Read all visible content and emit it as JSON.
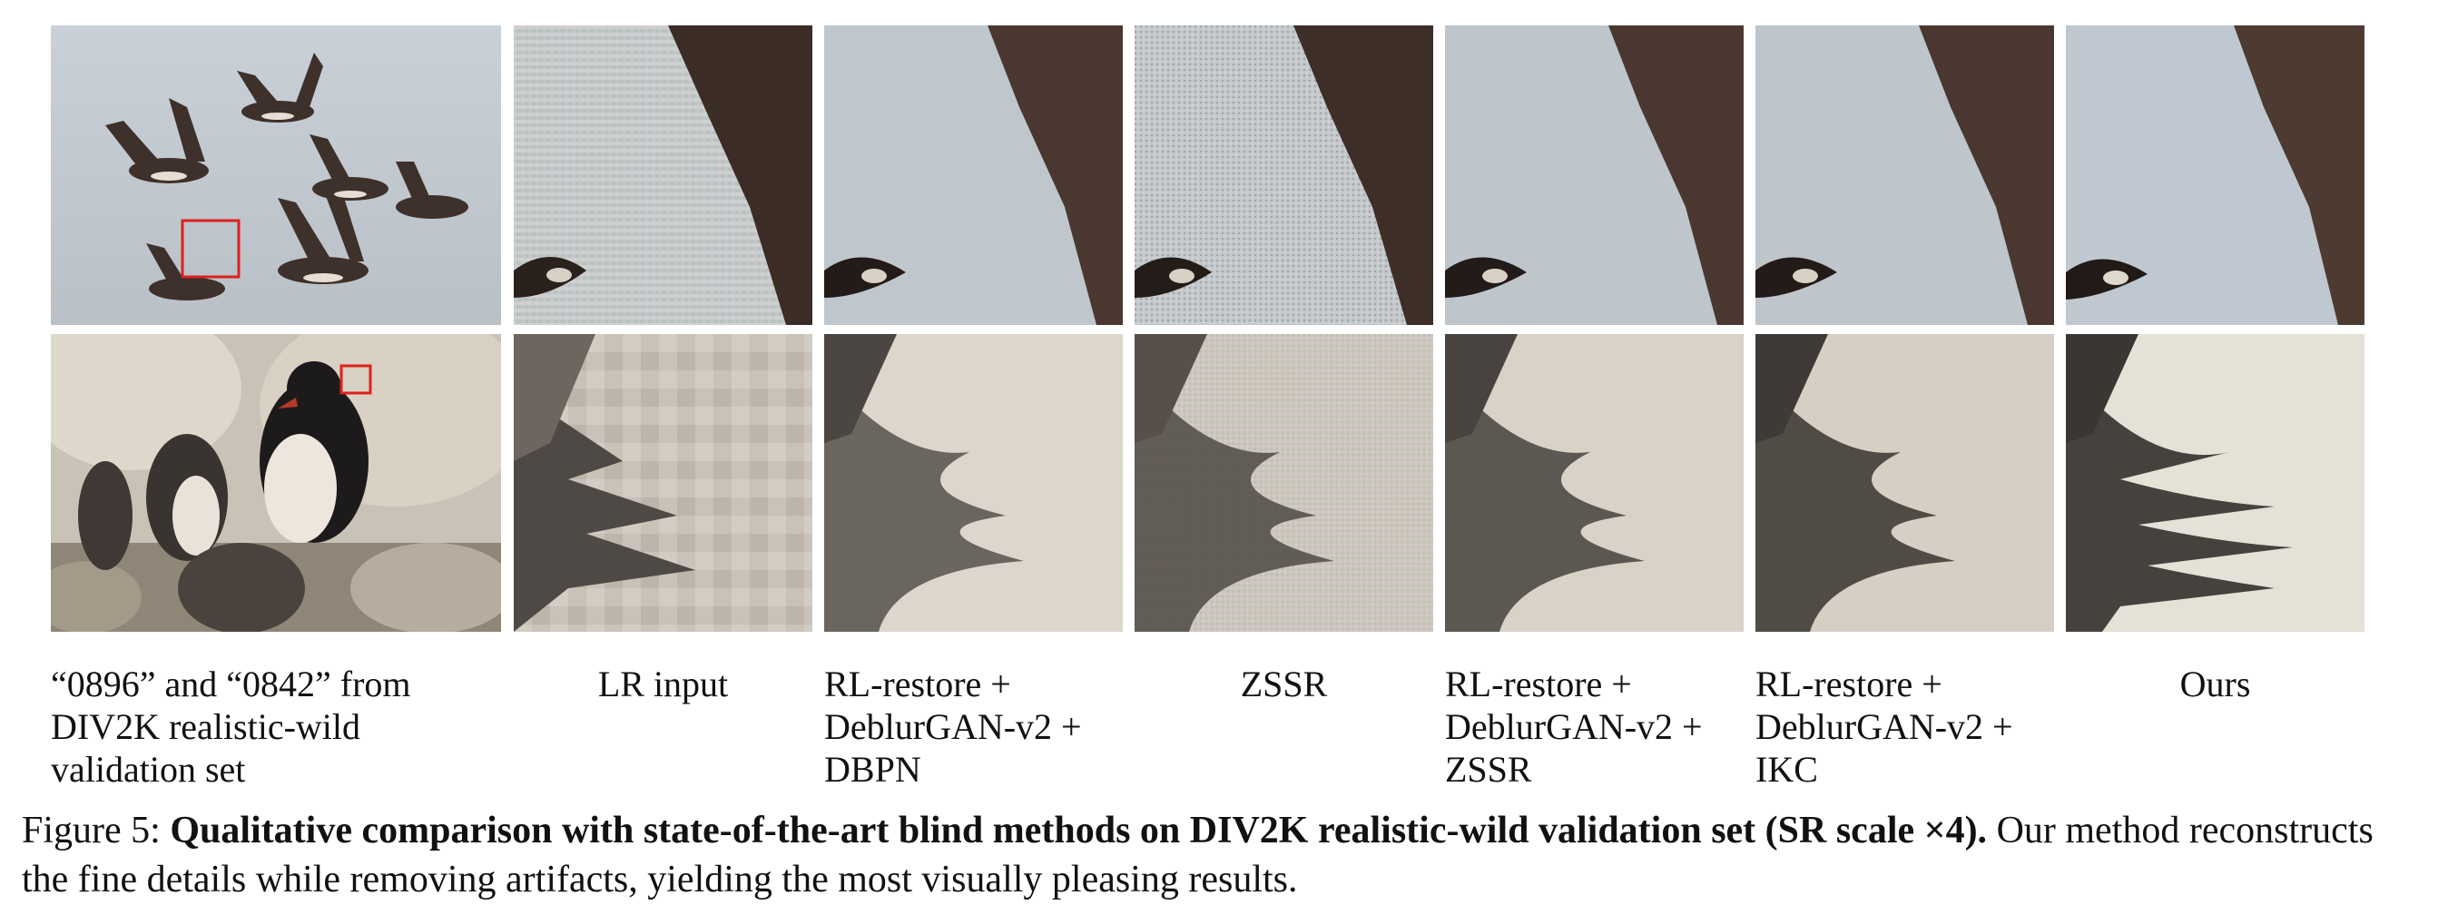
{
  "columns": [
    {
      "label_lines": [
        "“0896” and “0842” from",
        "DIV2K realistic-wild",
        "validation set"
      ]
    },
    {
      "label_lines": [
        "LR input"
      ]
    },
    {
      "label_lines": [
        "RL-restore +",
        "DeblurGAN-v2 +",
        "DBPN"
      ]
    },
    {
      "label_lines": [
        "ZSSR"
      ]
    },
    {
      "label_lines": [
        "RL-restore +",
        "DeblurGAN-v2 +",
        "ZSSR"
      ]
    },
    {
      "label_lines": [
        "RL-restore +",
        "DeblurGAN-v2 +",
        "IKC"
      ]
    },
    {
      "label_lines": [
        "Ours"
      ]
    }
  ],
  "caption": {
    "prefix": "Figure 5: ",
    "bold": "Qualitative comparison with state-of-the-art blind methods on DIV2K realistic-wild validation set (SR scale ×4).",
    "rest": " Our method reconstructs the fine details while removing artifacts, yielding the most visually pleasing results."
  },
  "colors": {
    "sky": "#bcc6d0",
    "goose_body": "#4a3a32",
    "rock": "#cfc8bd",
    "highlight_box": "#e0201c"
  }
}
